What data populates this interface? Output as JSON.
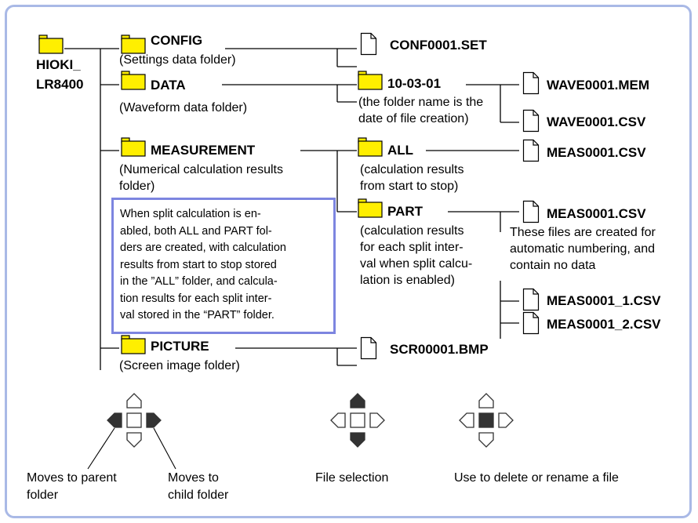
{
  "root": {
    "label": "HIOKI_\nLR8400"
  },
  "folders": {
    "config": {
      "name": "CONFIG",
      "desc": "(Settings data folder)"
    },
    "data": {
      "name": "DATA",
      "desc": "(Waveform data folder)"
    },
    "measurement": {
      "name": "MEASUREMENT",
      "desc": "(Numerical calculation results\nfolder)"
    },
    "picture": {
      "name": "PICTURE",
      "desc": "(Screen image folder)"
    },
    "date_folder": {
      "name": "10-03-01",
      "desc": "(the folder name is the\ndate of file creation)"
    },
    "all": {
      "name": "ALL",
      "desc": "(calculation results\nfrom start to stop)"
    },
    "part": {
      "name": "PART",
      "desc": "(calculation results\nfor each split inter-\nval when split calcu-\nlation is enabled)"
    }
  },
  "files": {
    "conf": "CONF0001.SET",
    "wave_mem": "WAVE0001.MEM",
    "wave_csv": "WAVE0001.CSV",
    "meas_all": "MEAS0001.CSV",
    "meas_part": "MEAS0001.CSV",
    "meas_part_1": "MEAS0001_1.CSV",
    "meas_part_2": "MEAS0001_2.CSV",
    "scr": "SCR00001.BMP"
  },
  "notes": {
    "part_files": "These files are created for\nautomatic numbering, and\ncontain no data",
    "split_box": "When split calculation is en-\nabled, both ALL and PART fol-\nders are created, with calculation\nresults from start to stop stored\nin the ”ALL” folder, and calcula-\ntion results for each split inter-\nval stored in the “PART” folder."
  },
  "controls": {
    "parent": "Moves to parent\nfolder",
    "child": "Moves to\nchild folder",
    "select": "File selection",
    "delete": "Use to delete or rename a file"
  },
  "colors": {
    "folder": "#ffef00",
    "frame": "#a9b9e6",
    "note_border": "#7d85e0",
    "key_active": "#333333"
  },
  "icons": [
    "folder-icon",
    "file-icon",
    "cursor-key-icon"
  ]
}
